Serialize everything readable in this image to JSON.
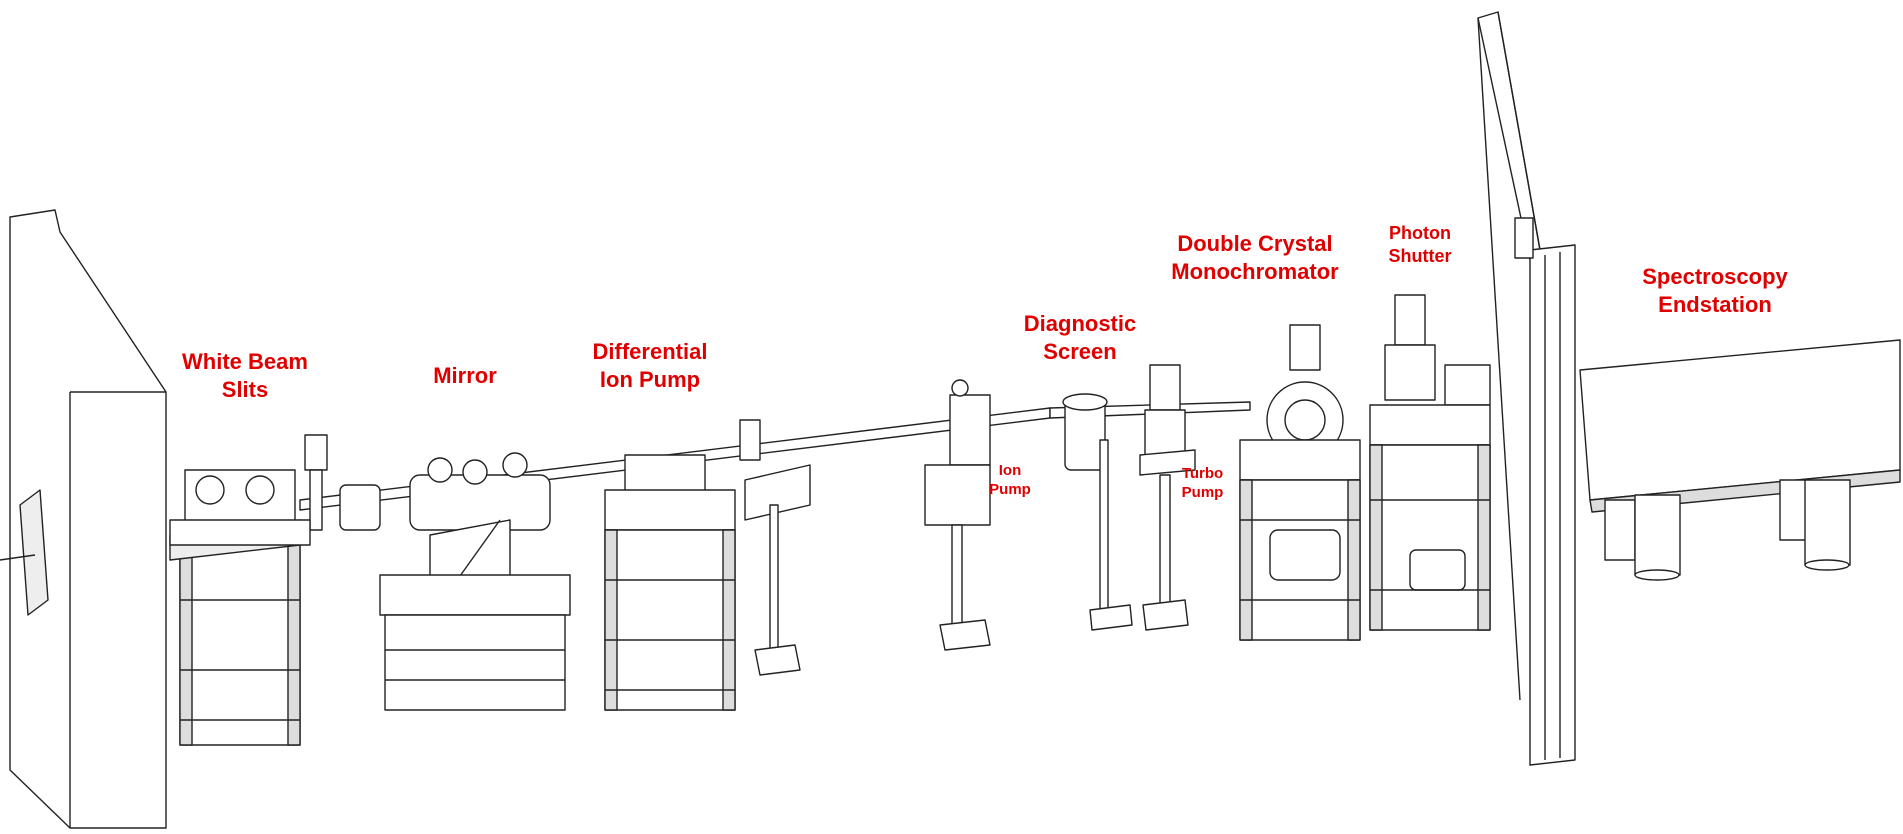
{
  "labels": {
    "white_beam_slits": {
      "line1": "White Beam",
      "line2": "Slits"
    },
    "mirror": {
      "line1": "Mirror"
    },
    "differential_ion_pump": {
      "line1": "Differential",
      "line2": "Ion Pump"
    },
    "ion_pump": {
      "line1": "Ion",
      "line2": "Pump"
    },
    "diagnostic_screen": {
      "line1": "Diagnostic",
      "line2": "Screen"
    },
    "turbo_pump": {
      "line1": "Turbo",
      "line2": "Pump"
    },
    "double_crystal_monochromator": {
      "line1": "Double Crystal",
      "line2": "Monochromator"
    },
    "photon_shutter": {
      "line1": "Photon",
      "line2": "Shutter"
    },
    "spectroscopy_endstation": {
      "line1": "Spectroscopy",
      "line2": "Endstation"
    }
  },
  "colors": {
    "label": "#e00000",
    "line": "#222222",
    "background": "#ffffff"
  }
}
